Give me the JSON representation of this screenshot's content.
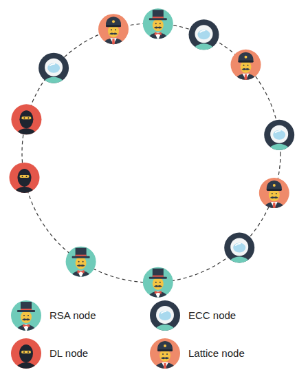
{
  "diagram": {
    "legend": [
      {
        "text": "RSA node"
      },
      {
        "text": "ECC node"
      },
      {
        "text": "DL node"
      },
      {
        "text": "Lattice node"
      }
    ]
  }
}
